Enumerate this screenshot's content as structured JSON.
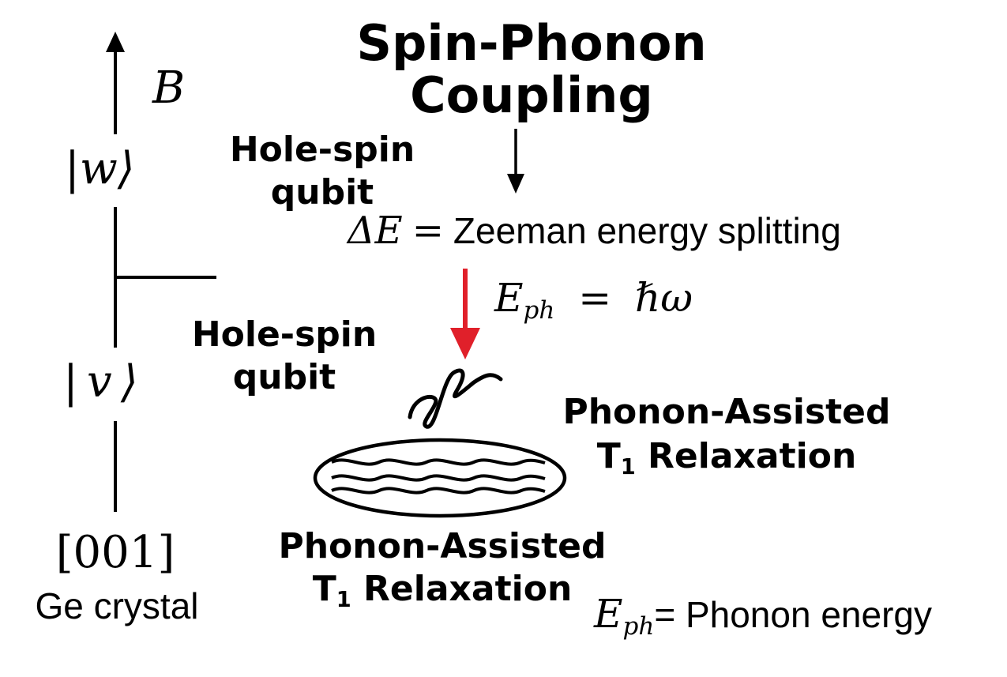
{
  "title": {
    "line1": "Spin-Phonon",
    "line2": "Coupling"
  },
  "field_label": "B",
  "state_upper": "|w⟩",
  "state_lower": "| v ⟩",
  "qubit_upper": {
    "line1": "Hole-spin",
    "line2": "qubit"
  },
  "qubit_lower": {
    "line1": "Hole-spin",
    "line2": "qubit"
  },
  "delta_e": {
    "symbol": "ΔE",
    "equals": "=",
    "text": "Zeeman energy splitting"
  },
  "phonon_energy": {
    "symbol": "E",
    "subscript": "ph",
    "equals": "=",
    "value": "ℏω"
  },
  "relaxation_right": {
    "line1": "Phonon-Assisted",
    "line2_pre": "T",
    "line2_sub": "1",
    "line2_post": " Relaxation"
  },
  "relaxation_bottom": {
    "line1": "Phonon-Assisted",
    "line2_pre": "T",
    "line2_sub": "1",
    "line2_post": " Relaxation"
  },
  "crystal_direction": "[001]",
  "crystal_label": "Ge crystal",
  "legend_eph": {
    "symbol": "E",
    "subscript": "ph",
    "text": "= Phonon energy"
  },
  "colors": {
    "arrow_red": "#e0202a",
    "ink": "#000000"
  }
}
